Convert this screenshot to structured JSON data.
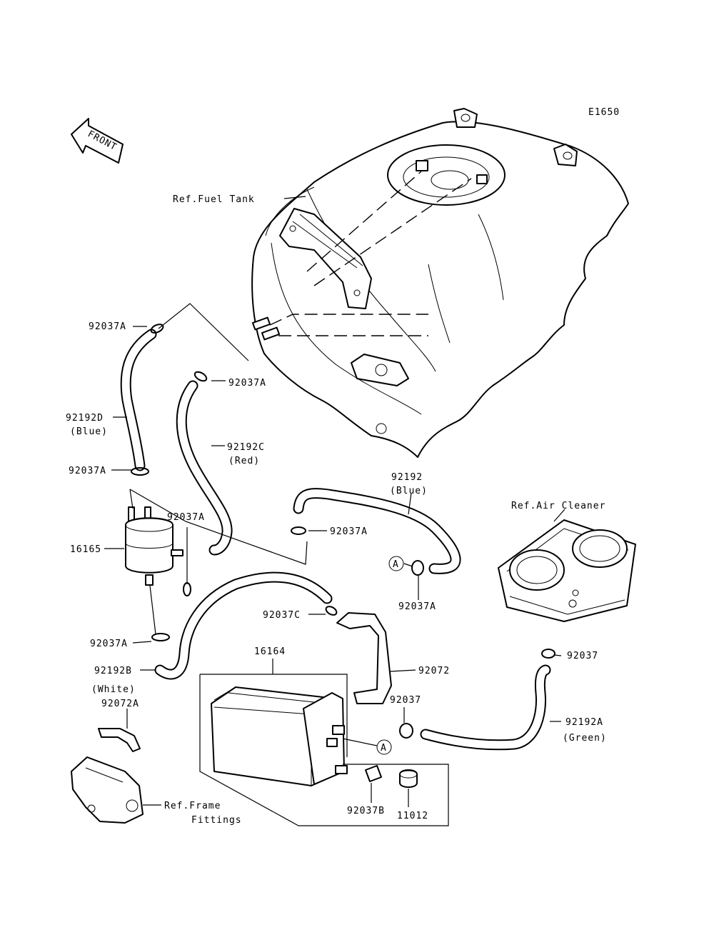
{
  "diagram_code": "E1650",
  "front_label": "FRONT",
  "labels": {
    "ref_fuel_tank": "Ref.Fuel Tank",
    "clamp_top_left": "92037A",
    "clamp_upper_mid": "92037A",
    "hose_d_num": "92192D",
    "hose_d_color": "(Blue)",
    "hose_c_num": "92192C",
    "hose_c_color": "(Red)",
    "clamp_filter_top": "92037A",
    "clamp_filter_side": "92037A",
    "filter_num": "16165",
    "hose_blue_num": "92192",
    "hose_blue_color": "(Blue)",
    "clamp_blue_hose": "92037A",
    "marker_a_upper": "A",
    "clamp_a_upper": "92037A",
    "ref_air_cleaner": "Ref.Air Cleaner",
    "clamp_c": "92037C",
    "clamp_filter_bottom": "92037A",
    "hose_b_num": "92192B",
    "hose_b_color": "(White)",
    "canister_num": "16164",
    "bracket_num": "92072",
    "clamp_air": "92037",
    "clamp_canister": "92037",
    "hose_a_num": "92192A",
    "hose_a_color": "(Green)",
    "marker_a_lower": "A",
    "holder_num": "92072A",
    "ref_frame_1": "Ref.Frame",
    "ref_frame_2": "Fittings",
    "clamp_b": "92037B",
    "cap_num": "11012"
  }
}
